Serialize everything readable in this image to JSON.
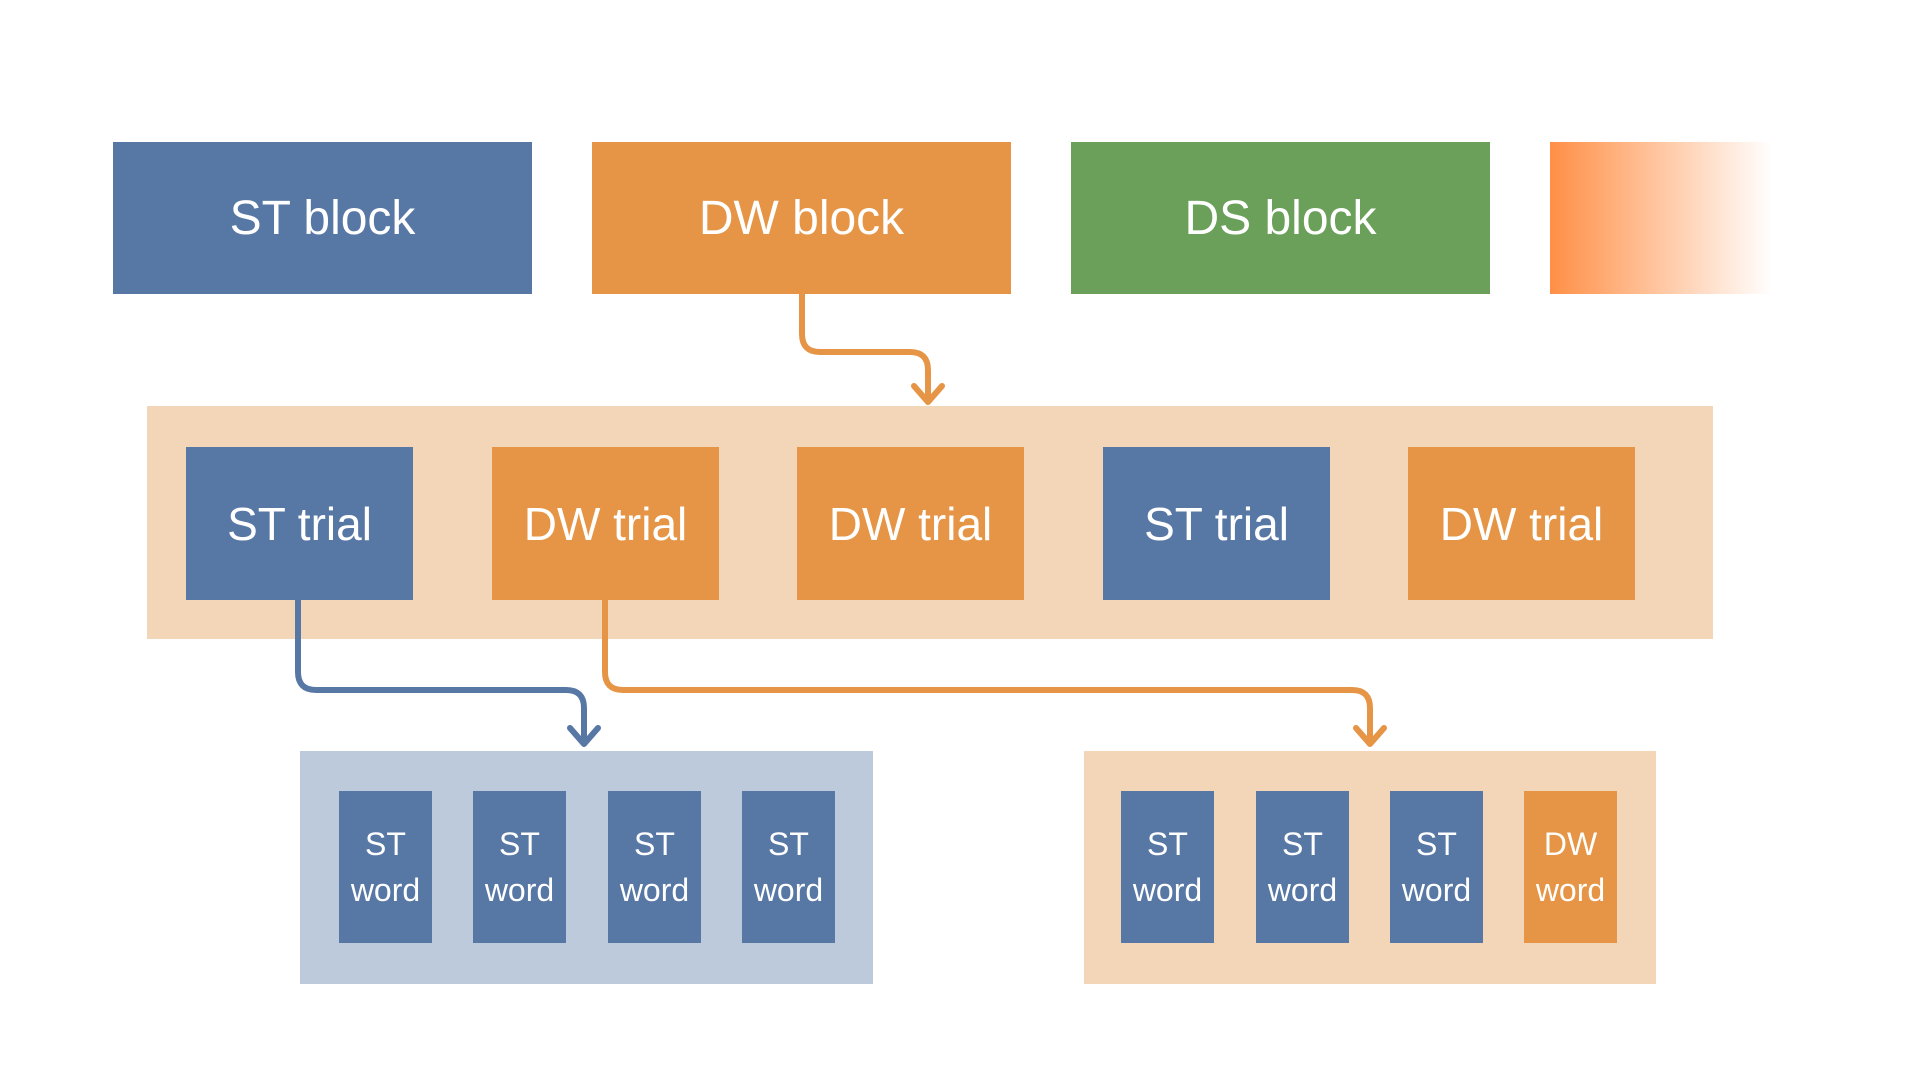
{
  "colors": {
    "st": "#5777A5",
    "dw": "#E59545",
    "ds": "#6BA05A",
    "dw_light": "#F3D6B8",
    "st_light": "#BDCADC",
    "fade_start": "#FF8F46"
  },
  "blocks": [
    {
      "label": "ST block",
      "kind": "st"
    },
    {
      "label": "DW block",
      "kind": "dw"
    },
    {
      "label": "DS block",
      "kind": "ds"
    }
  ],
  "trials": [
    {
      "label": "ST trial",
      "kind": "st"
    },
    {
      "label": "DW trial",
      "kind": "dw"
    },
    {
      "label": "DW trial",
      "kind": "dw"
    },
    {
      "label": "ST trial",
      "kind": "st"
    },
    {
      "label": "DW trial",
      "kind": "dw"
    }
  ],
  "st_trial_words": [
    {
      "line1": "ST",
      "line2": "word",
      "kind": "st"
    },
    {
      "line1": "ST",
      "line2": "word",
      "kind": "st"
    },
    {
      "line1": "ST",
      "line2": "word",
      "kind": "st"
    },
    {
      "line1": "ST",
      "line2": "word",
      "kind": "st"
    }
  ],
  "dw_trial_words": [
    {
      "line1": "ST",
      "line2": "word",
      "kind": "st"
    },
    {
      "line1": "ST",
      "line2": "word",
      "kind": "st"
    },
    {
      "line1": "ST",
      "line2": "word",
      "kind": "st"
    },
    {
      "line1": "DW",
      "line2": "word",
      "kind": "dw"
    }
  ]
}
